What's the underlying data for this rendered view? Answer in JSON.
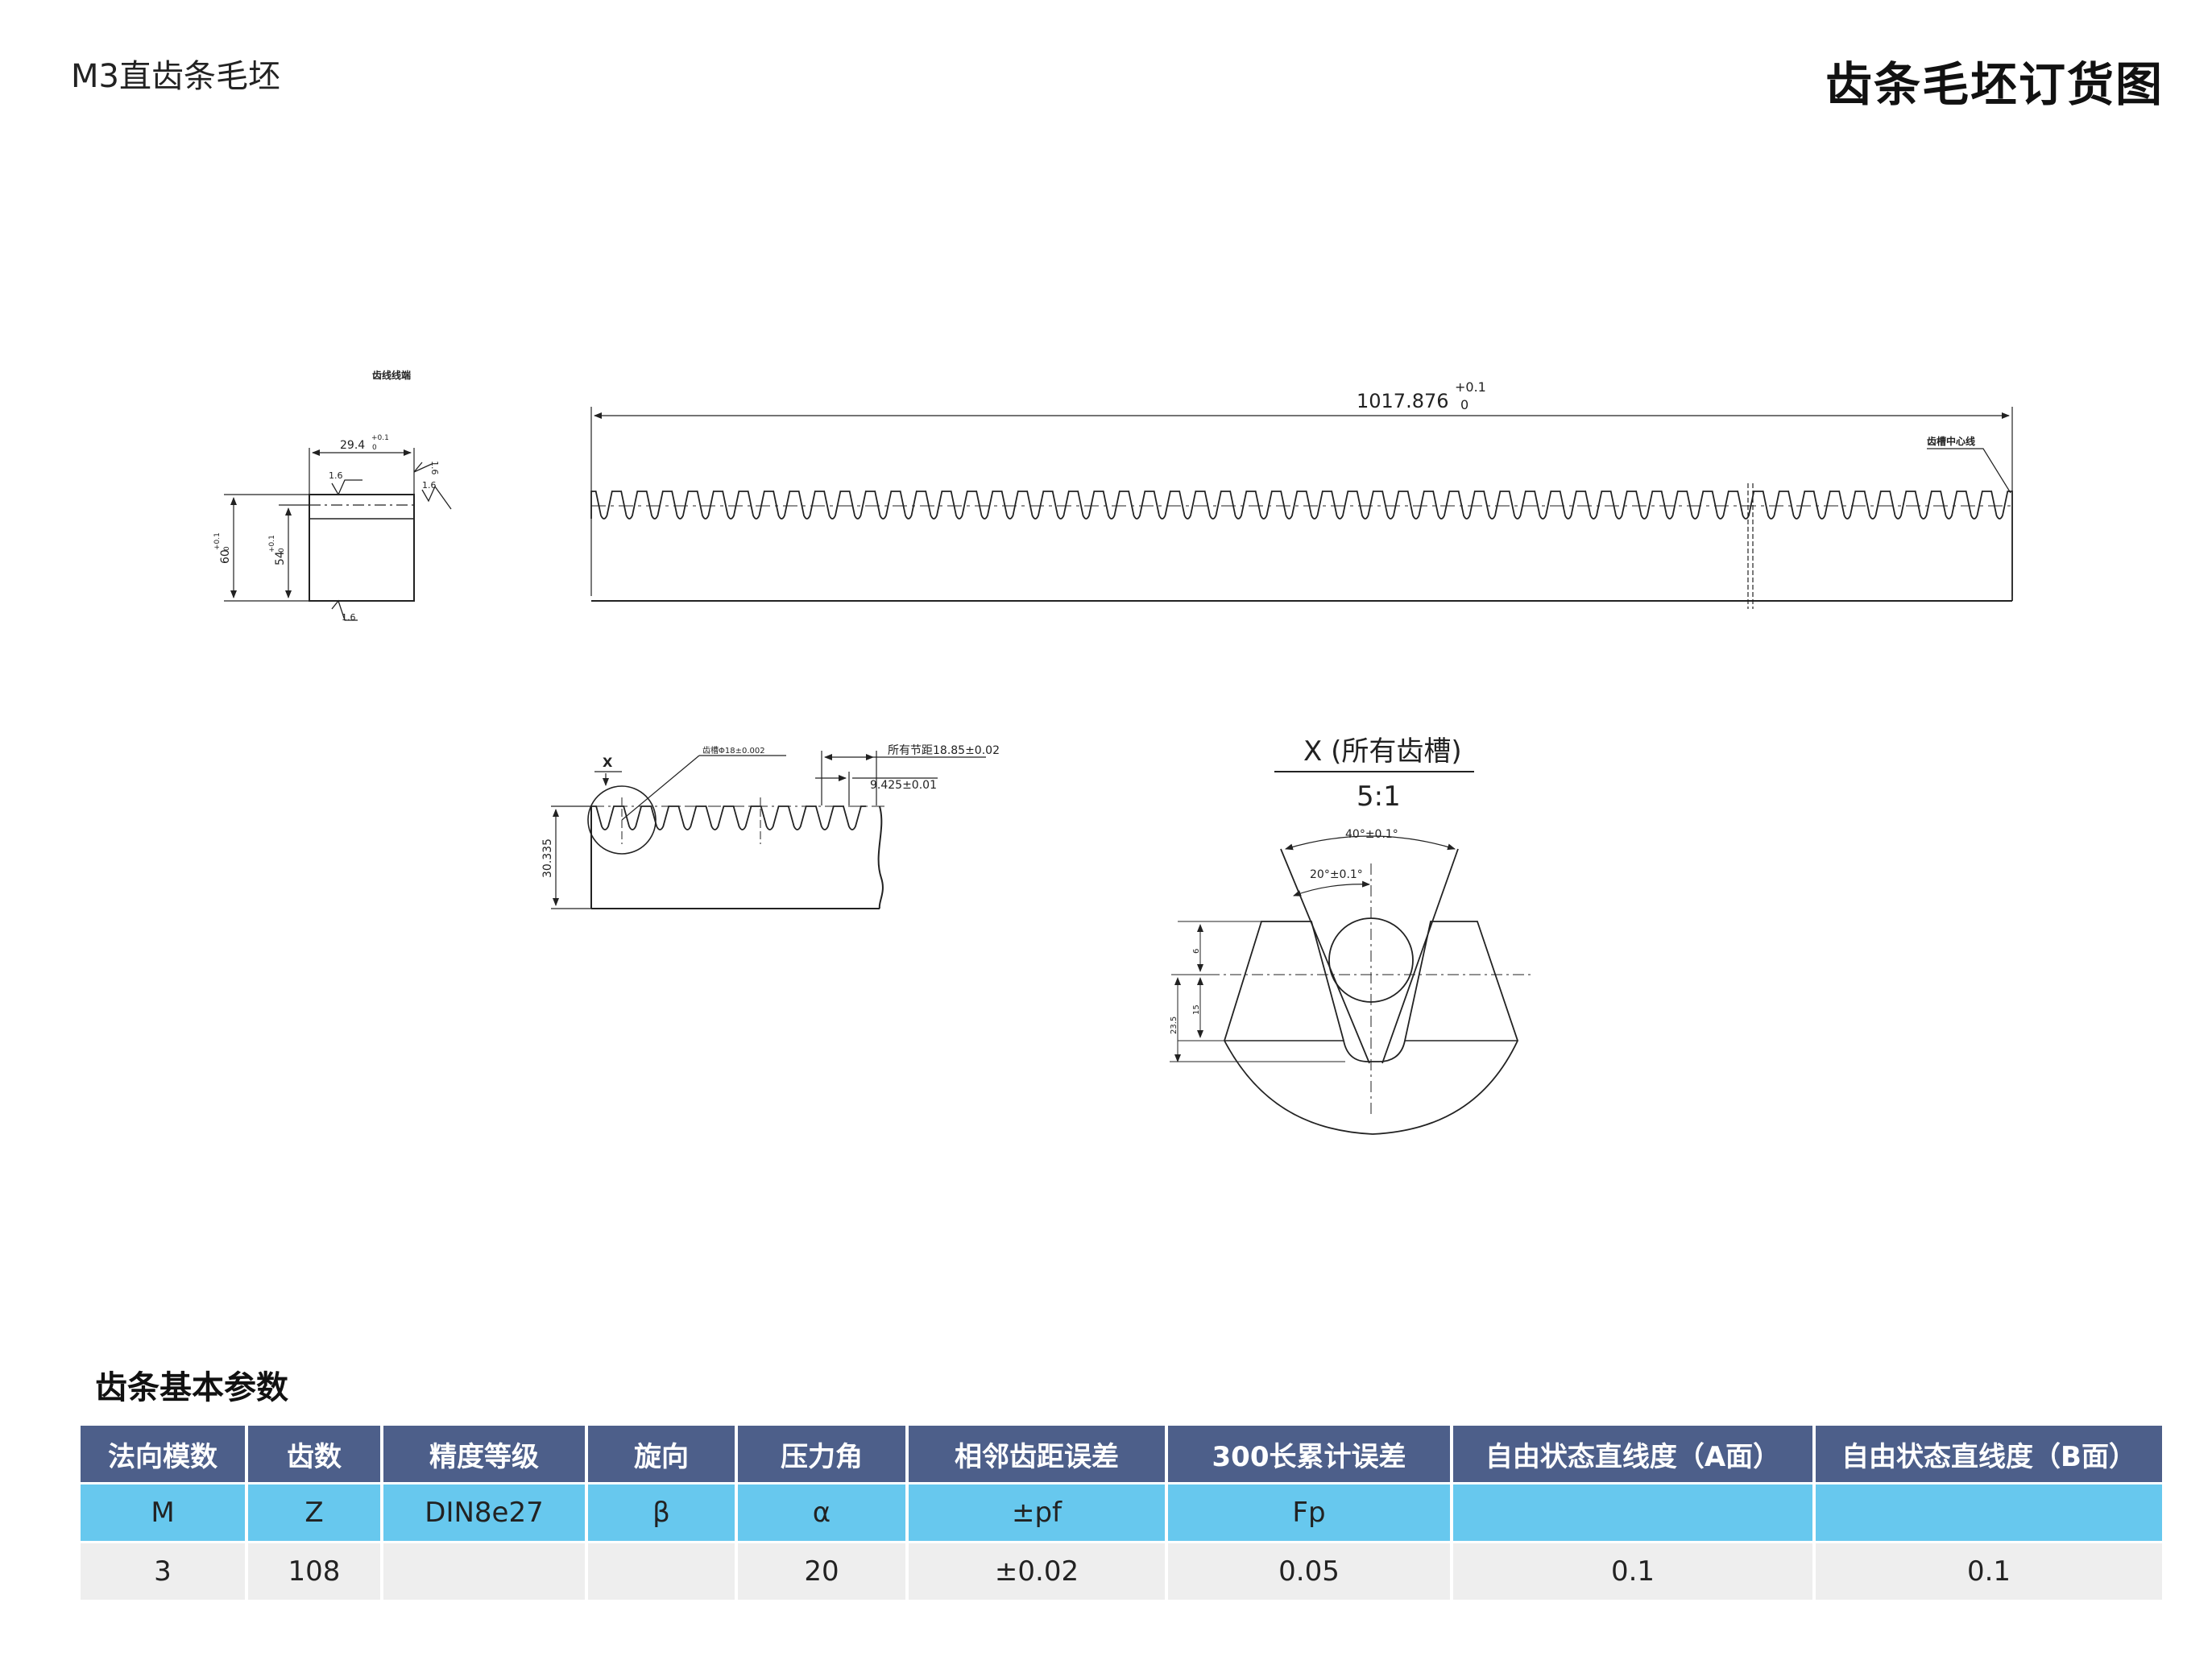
{
  "header": {
    "subtitle": "M3直齿条毛坯",
    "title": "齿条毛坯订货图"
  },
  "side_view": {
    "label": "齿线线端",
    "width_dim": "29.4",
    "width_tol": "+0.1",
    "width_tol_low": "0",
    "height_dim": "60",
    "height_tol": "+0.1",
    "height_tol_low": "0",
    "inner_dim": "54",
    "inner_tol": "+0.1",
    "inner_tol_low": "0",
    "roughness": "1.6"
  },
  "rack_view": {
    "length_dim": "1017.876",
    "length_tol": "+0.1",
    "length_tol_low": "0",
    "centerline_label": "齿槽中心线"
  },
  "detail_view": {
    "marker": "X",
    "circle_note": "齿槽Φ18±0.002",
    "pitch_note": "所有节距18.85±0.02",
    "half_pitch_note": "9.425±0.01",
    "height_dim": "30.335"
  },
  "zoom_view": {
    "title": "X (所有齿槽)",
    "scale": "5:1",
    "angle_total": "40°±0.1°",
    "angle_half": "20°±0.1°",
    "dim_a": "6",
    "dim_b": "15",
    "dim_c": "23.5"
  },
  "params": {
    "heading": "齿条基本参数",
    "headers": [
      "法向模数",
      "齿数",
      "精度等级",
      "旋向",
      "压力角",
      "相邻齿距误差",
      "300长累计误差",
      "自由状态直线度（A面）",
      "自由状态直线度（B面）"
    ],
    "symbols": [
      "M",
      "Z",
      "DIN8e27",
      "β",
      "α",
      "±pf",
      "Fp",
      "",
      ""
    ],
    "values": [
      "3",
      "108",
      "",
      "",
      "20",
      "±0.02",
      "0.05",
      "0.1",
      "0.1"
    ]
  }
}
